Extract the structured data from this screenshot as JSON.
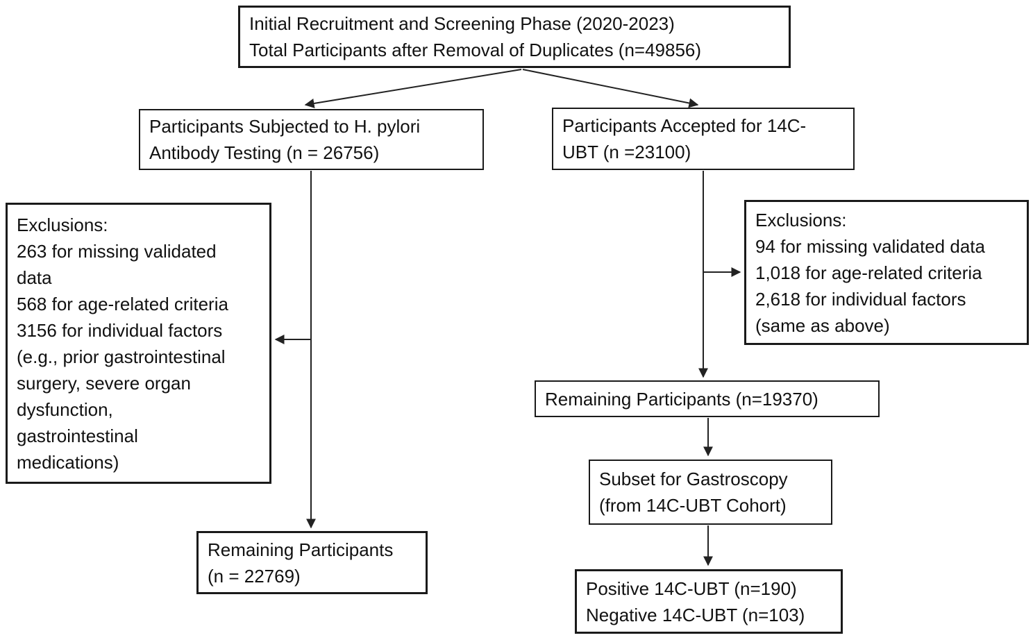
{
  "diagram": {
    "title_implied": "Participant recruitment and screening flowchart",
    "colors": {
      "border": "#1a1a1a",
      "text": "#111111",
      "background": "#ffffff"
    },
    "nodes": {
      "initial_screening": {
        "lines": [
          "Initial Recruitment and Screening Phase (2020-2023)",
          "Total Participants after Removal of Duplicates（n=49856）"
        ]
      },
      "antibody_testing": {
        "lines": [
          "Participants Subjected to H. pylori",
          "Antibody Testing（n = 26756）"
        ]
      },
      "ubt_accepted": {
        "lines": [
          "Participants Accepted for 14C-",
          "UBT（n =23100）"
        ]
      },
      "exclusions_antibody": {
        "lines": [
          "Exclusions:",
          "263 for missing validated",
          "data",
          "568 for age-related criteria",
          "3156 for individual factors",
          "(e.g., prior gastrointestinal",
          "surgery, severe organ",
          "dysfunction,",
          "gastrointestinal",
          "medications)"
        ]
      },
      "exclusions_ubt": {
        "lines": [
          "Exclusions:",
          "94 for missing validated data",
          "1,018 for age-related criteria",
          "2,618 for individual factors",
          "(same as above)"
        ]
      },
      "remaining_ubt": {
        "lines": [
          "Remaining Participants（n=19370）"
        ]
      },
      "gastroscopy_subset": {
        "lines": [
          "Subset for Gastroscopy",
          "(from 14C-UBT Cohort)"
        ]
      },
      "ubt_results": {
        "lines": [
          "Positive 14C-UBT（n=190）",
          "Negative 14C-UBT（n=103）"
        ]
      },
      "remaining_antibody": {
        "lines": [
          "Remaining Participants",
          "（n = 22769）"
        ]
      }
    },
    "edges": [
      {
        "from": "initial_screening",
        "to": "antibody_testing"
      },
      {
        "from": "initial_screening",
        "to": "ubt_accepted"
      },
      {
        "from": "antibody_testing",
        "to": "exclusions_antibody"
      },
      {
        "from": "antibody_testing",
        "to": "remaining_antibody"
      },
      {
        "from": "ubt_accepted",
        "to": "exclusions_ubt"
      },
      {
        "from": "ubt_accepted",
        "to": "remaining_ubt"
      },
      {
        "from": "remaining_ubt",
        "to": "gastroscopy_subset"
      },
      {
        "from": "gastroscopy_subset",
        "to": "ubt_results"
      }
    ]
  }
}
